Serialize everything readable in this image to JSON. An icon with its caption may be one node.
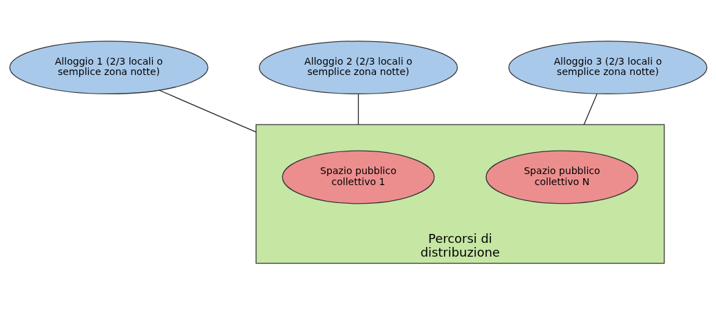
{
  "diagram": {
    "nodes": [
      {
        "text": [
          "Alloggio 1 (2/3 locali o semplice zona notte)"
        ]
      },
      {
        "text": [
          "Alloggio 2 (2/3 locali o semplice zona notte)"
        ]
      },
      {
        "text": [
          "Alloggio 3 (2/3 locali o semplice zona notte)"
        ]
      },
      {
        "text": [
          "Percorsi di distribuzione"
        ]
      },
      {
        "text": [
          "Spazio pubblico collettivo 1"
        ],
        "in": 3
      },
      {
        "text": [
          "Spazio pubblico collettivo N"
        ],
        "in": 3
      }
    ],
    "edges": [
      {
        "from": 0,
        "to": 3,
        "arrow": "none"
      },
      {
        "from": 1,
        "to": 3,
        "arrow": "none"
      },
      {
        "from": 2,
        "to": 3,
        "arrow": "none"
      }
    ]
  }
}
